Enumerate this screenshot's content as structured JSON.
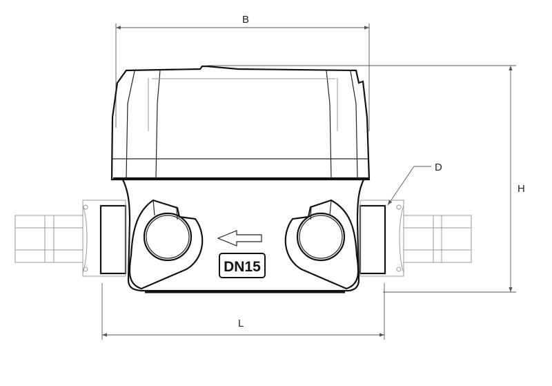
{
  "drawing": {
    "dimension_labels": {
      "width_top": "B",
      "height": "H",
      "coupling": "D",
      "length": "L"
    },
    "body_marking": "DN15",
    "flow_direction": "left"
  }
}
